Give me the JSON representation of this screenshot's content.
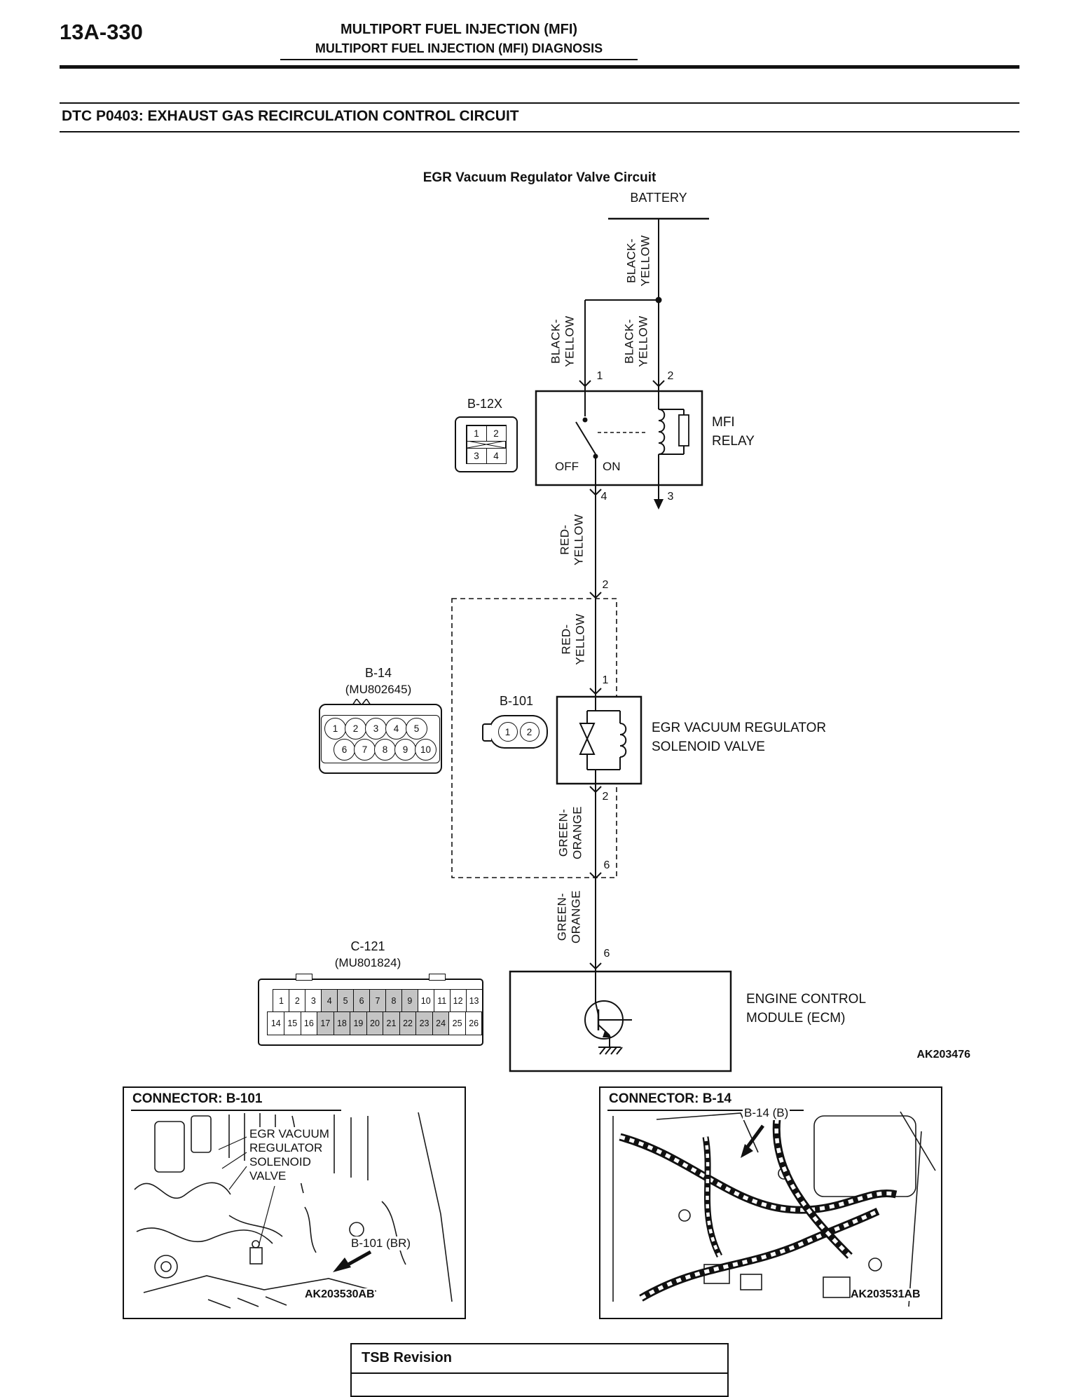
{
  "page": {
    "number": "13A-330",
    "header_line1": "MULTIPORT FUEL INJECTION (MFI)",
    "header_line2": "MULTIPORT FUEL INJECTION (MFI) DIAGNOSIS",
    "dtc_title": "DTC P0403: EXHAUST GAS RECIRCULATION CONTROL CIRCUIT",
    "footer_label": "TSB Revision"
  },
  "schematic": {
    "title": "EGR Vacuum Regulator Valve Circuit",
    "battery_label": "BATTERY",
    "figure_no": "AK203476",
    "wires": {
      "black_yellow": "BLACK-\nYELLOW",
      "red_yellow": "RED-\nYELLOW",
      "green_orange": "GREEN-\nORANGE"
    },
    "relay": {
      "label": "MFI\nRELAY",
      "connector_id": "B-12X",
      "state_off": "OFF",
      "state_on": "ON",
      "pin_in_left": "1",
      "pin_in_right": "2",
      "pin_out_left": "4",
      "pin_out_right": "3",
      "connector_pins_top": [
        "1",
        "2"
      ],
      "connector_pins_bottom": [
        "3",
        "4"
      ]
    },
    "junctions": {
      "upper_pin": "2",
      "lower_pin": "6"
    },
    "solenoid": {
      "label": "EGR VACUUM REGULATOR\nSOLENOID VALVE",
      "pin_in": "1",
      "pin_out": "2"
    },
    "b101": {
      "id": "B-101",
      "pins": [
        "1",
        "2"
      ]
    },
    "b14": {
      "id": "B-14",
      "part_no": "(MU802645)",
      "pins_top": [
        "1",
        "2",
        "3",
        "4",
        "5"
      ],
      "pins_bottom": [
        "6",
        "7",
        "8",
        "9",
        "10"
      ]
    },
    "ecm": {
      "label": "ENGINE CONTROL\nMODULE (ECM)",
      "pin_in": "6",
      "connector_id": "C-121",
      "part_no": "(MU801824)",
      "pins_top": [
        {
          "t": "1"
        },
        {
          "t": "2"
        },
        {
          "t": "3"
        },
        {
          "t": "4",
          "_class": "shaded"
        },
        {
          "t": "5",
          "_class": "shaded"
        },
        {
          "t": "6",
          "_class": "shaded"
        },
        {
          "t": "7",
          "_class": "shaded"
        },
        {
          "t": "8",
          "_class": "shaded"
        },
        {
          "t": "9",
          "_class": "shaded"
        },
        {
          "t": "10"
        },
        {
          "t": "11"
        },
        {
          "t": "12"
        },
        {
          "t": "13"
        }
      ],
      "pins_bottom": [
        {
          "t": "14"
        },
        {
          "t": "15"
        },
        {
          "t": "16"
        },
        {
          "t": "17",
          "_class": "shaded"
        },
        {
          "t": "18",
          "_class": "shaded"
        },
        {
          "t": "19",
          "_class": "shaded"
        },
        {
          "t": "20",
          "_class": "shaded"
        },
        {
          "t": "21",
          "_class": "shaded"
        },
        {
          "t": "22",
          "_class": "shaded"
        },
        {
          "t": "23",
          "_class": "shaded"
        },
        {
          "t": "24",
          "_class": "shaded"
        },
        {
          "t": "25"
        },
        {
          "t": "26"
        }
      ]
    }
  },
  "photos": {
    "b101": {
      "title": "CONNECTOR: B-101",
      "callout": "EGR VACUUM\nREGULATOR\nSOLENOID\nVALVE",
      "tag": "B-101 (BR)",
      "figure_no": "AK203530AB"
    },
    "b14": {
      "title": "CONNECTOR: B-14",
      "tag": "B-14 (B)",
      "figure_no": "AK203531AB"
    }
  }
}
